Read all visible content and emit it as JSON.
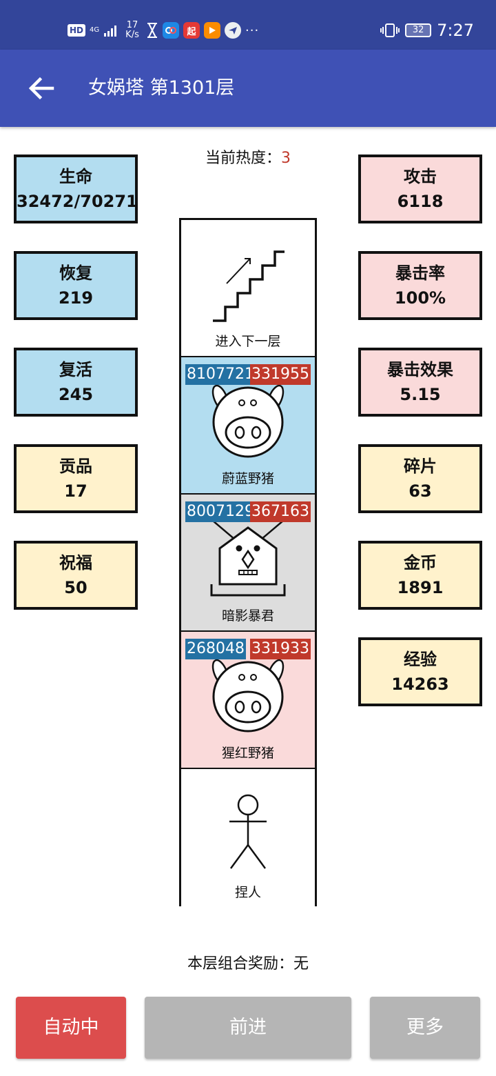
{
  "status_bar": {
    "hd": "HD",
    "network": "4G",
    "speed_value": "17",
    "speed_unit": "K/s",
    "apps": [
      {
        "name": "hourglass-icon",
        "color": "#ffffff"
      },
      {
        "name": "app-icon-1",
        "color": "#1e88e5"
      },
      {
        "name": "app-icon-2",
        "color": "#e53935",
        "text": "起"
      },
      {
        "name": "app-icon-3",
        "color": "#fb8c00"
      },
      {
        "name": "app-icon-4",
        "color": "#eceff1"
      }
    ],
    "more": "···",
    "battery": "32",
    "time": "7:27"
  },
  "app_bar": {
    "title": "女娲塔 第1301层"
  },
  "heat": {
    "label": "当前热度：",
    "value": "3"
  },
  "left_stats": [
    {
      "label": "生命",
      "value": "32472/70271",
      "color": "#b3ddf0"
    },
    {
      "label": "恢复",
      "value": "219",
      "color": "#b3ddf0"
    },
    {
      "label": "复活",
      "value": "245",
      "color": "#b3ddf0"
    },
    {
      "label": "贡品",
      "value": "17",
      "color": "#fff2cc"
    },
    {
      "label": "祝福",
      "value": "50",
      "color": "#fff2cc"
    }
  ],
  "right_stats": [
    {
      "label": "攻击",
      "value": "6118",
      "color": "#fadada"
    },
    {
      "label": "暴击率",
      "value": "100%",
      "color": "#fadada"
    },
    {
      "label": "暴击效果",
      "value": "5.15",
      "color": "#fadada"
    },
    {
      "label": "碎片",
      "value": "63",
      "color": "#fff2cc"
    },
    {
      "label": "金币",
      "value": "1891",
      "color": "#fff2cc"
    },
    {
      "label": "经验",
      "value": "14263",
      "color": "#fff2cc"
    }
  ],
  "tower": {
    "stairs": {
      "name": "进入下一层",
      "icon": "stairs-icon"
    },
    "monsters": [
      {
        "name": "蔚蓝野猪",
        "hp": "8107721",
        "atk": "331955",
        "icon": "boar-icon",
        "color": "#b3ddf0"
      },
      {
        "name": "暗影暴君",
        "hp": "8007129",
        "atk": "367163",
        "icon": "tyrant-icon",
        "color": "#dddddd"
      },
      {
        "name": "猩红野猪",
        "hp": "268048",
        "atk": "331933",
        "icon": "boar-icon",
        "color": "#fadada"
      }
    ],
    "player": {
      "name": "捏人",
      "icon": "stick-figure-icon"
    }
  },
  "combo": {
    "label": "本层组合奖励：",
    "value": "无"
  },
  "buttons": {
    "auto": "自动中",
    "forward": "前进",
    "more": "更多"
  }
}
